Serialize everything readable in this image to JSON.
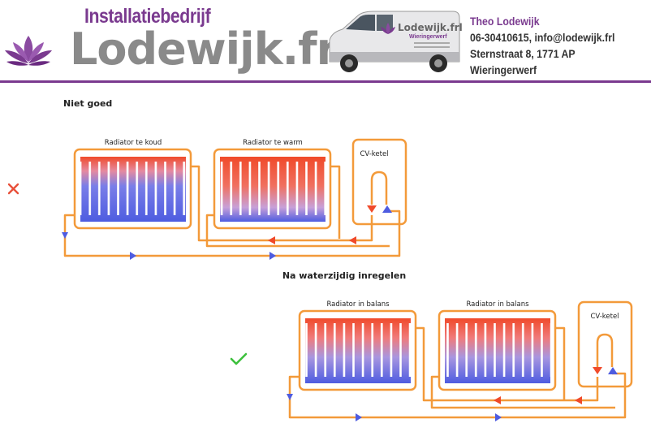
{
  "header": {
    "company_type": "Installatiebedrijf",
    "brand": "Lodewijk.frl",
    "contact_name": "Theo Lodewijk",
    "contact_phone_email": "06-30410615, info@lodewijk.frl",
    "contact_address": "Sternstraat 8, 1771 AP Wieringerwerf",
    "van_brand": "Lodewijk.frl",
    "van_sub": "Wieringerwerf",
    "colors": {
      "brand_purple": "#7a3a8f",
      "brand_gray": "#8a8a8a"
    }
  },
  "diagram_top": {
    "heading": "Niet goed",
    "status_icon": "cross-icon",
    "radiator_1_label": "Radiator te koud",
    "radiator_2_label": "Radiator te warm",
    "boiler_label": "CV-ketel"
  },
  "diagram_bottom": {
    "heading": "Na waterzijdig inregelen",
    "status_icon": "check-icon",
    "radiator_1_label": "Radiator in balans",
    "radiator_2_label": "Radiator in balans",
    "boiler_label": "CV-ketel"
  },
  "colors": {
    "pipe": "#f39a3a",
    "hot": "#f04a2a",
    "cold": "#4e5ce0",
    "cross": "#e8503a",
    "check": "#3cc03c"
  }
}
